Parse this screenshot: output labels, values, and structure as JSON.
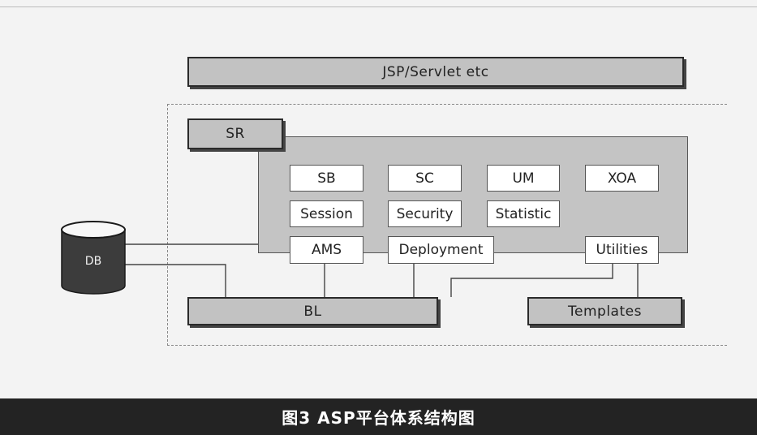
{
  "caption": "图3 ASP平台体系结构图",
  "top_bar": "JSP/Servlet etc",
  "sr": "SR",
  "db": "DB",
  "modules": {
    "sb": "SB",
    "sc": "SC",
    "um": "UM",
    "xoa": "XOA",
    "session": "Session",
    "security": "Security",
    "statistic": "Statistic",
    "ams": "AMS",
    "deployment": "Deployment",
    "utilities": "Utilities"
  },
  "bl": "BL",
  "templates": "Templates",
  "colors": {
    "bar_fill": "#c2c2c2",
    "db_fill": "#3c3c3c",
    "footer": "#232323"
  }
}
